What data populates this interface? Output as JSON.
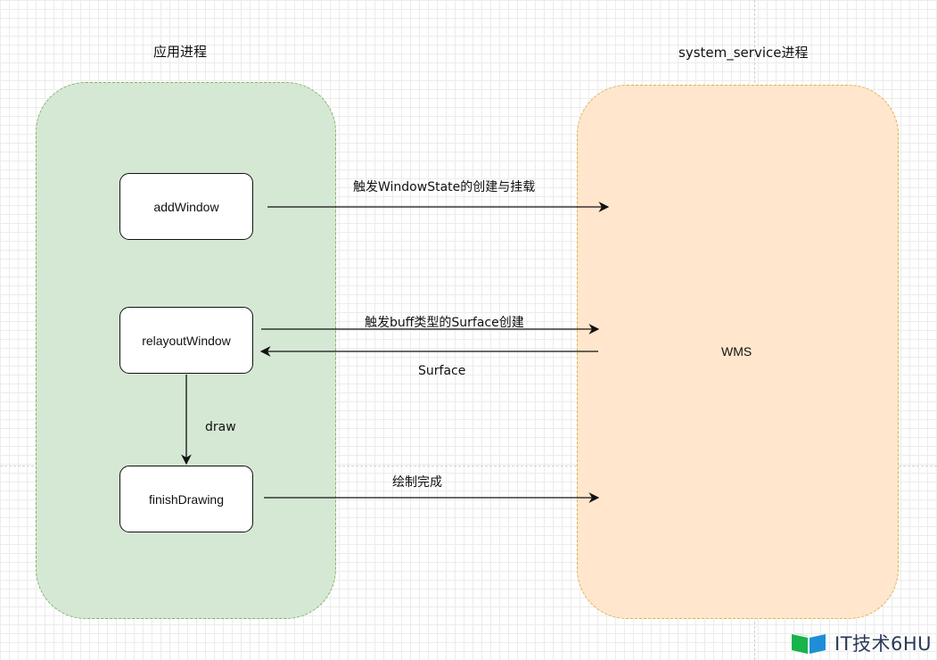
{
  "diagram": {
    "app_process_title": "应用进程",
    "system_service_title": "system_service进程",
    "nodes": {
      "add_window": "addWindow",
      "relayout_window": "relayoutWindow",
      "finish_drawing": "finishDrawing",
      "wms": "WMS"
    },
    "edges": {
      "add_window_to_wms": "触发WindowState的创建与挂载",
      "relayout_to_wms": "触发buff类型的Surface创建",
      "wms_to_relayout": "Surface",
      "relayout_to_finish": "draw",
      "finish_to_wms": "绘制完成"
    },
    "colors": {
      "app_fill": "#d5e8d4",
      "app_border": "#82b366",
      "wms_fill": "#ffe6cc",
      "wms_border": "#d6b656"
    }
  },
  "watermark": {
    "text": "IT技术6HU",
    "icon": "book-logo-icon"
  }
}
